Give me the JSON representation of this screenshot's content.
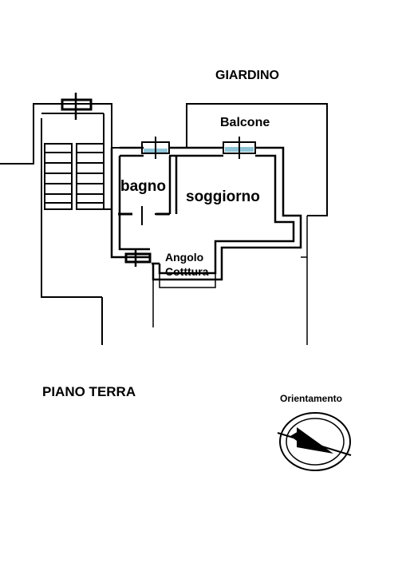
{
  "labels": {
    "garden": "GIARDINO",
    "balcony": "Balcone",
    "bathroom": "bagno",
    "living_room": "soggiorno",
    "kitchenette_line1": "Angolo",
    "kitchenette_line2": "Cotttura",
    "floor": "PIANO TERRA",
    "orientation": "Orientamento"
  },
  "colors": {
    "wall": "#000000",
    "window": "#8fc4d6",
    "background": "#ffffff"
  },
  "icons": {
    "compass": "compass-icon"
  }
}
